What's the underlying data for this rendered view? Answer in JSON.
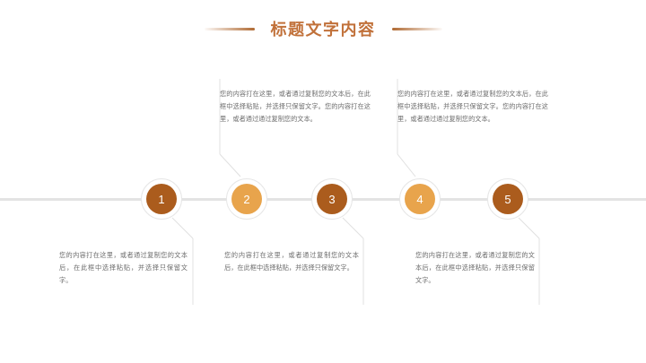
{
  "slide": {
    "background_color": "#ffffff",
    "title": "标题文字内容",
    "title_color": "#c1713a",
    "accent_dark": "#ab5c1d",
    "accent_light": "#e8a44c",
    "line_color": "#e3e3e3"
  },
  "timeline": {
    "nodes": [
      {
        "number": "1",
        "tone": "dark",
        "color": "#ab5c1d"
      },
      {
        "number": "2",
        "tone": "light",
        "color": "#e8a44c"
      },
      {
        "number": "3",
        "tone": "dark",
        "color": "#ab5c1d"
      },
      {
        "number": "4",
        "tone": "light",
        "color": "#e8a44c"
      },
      {
        "number": "5",
        "tone": "dark",
        "color": "#ab5c1d"
      }
    ]
  },
  "content": {
    "top_blocks": [
      {
        "id": "top-block-1",
        "text": "您的内容打在这里，或者通过复制您的文本后，在此框中选择粘贴，并选择只保留文字。您的内容打在这里，或者通过通过复制您的文本。"
      },
      {
        "id": "top-block-2",
        "text": "您的内容打在这里，或者通过复制您的文本后，在此框中选择粘贴，并选择只保留文字。您的内容打在这里，或者通过通过复制您的文本。"
      }
    ],
    "bottom_blocks": [
      {
        "id": "bottom-block-1",
        "text": "您的内容打在这里，或者通过复制您的文本后，在此框中选择粘贴，并选择只保留文字。"
      },
      {
        "id": "bottom-block-2",
        "text": "您的内容打在这里，或者通过复制您的文本后，在此框中选择粘贴，并选择只保留文字。"
      },
      {
        "id": "bottom-block-3",
        "text": "您的内容打在这里，或者通过复制您的文本后，在此框中选择粘贴，并选择只保留文字。"
      }
    ]
  }
}
